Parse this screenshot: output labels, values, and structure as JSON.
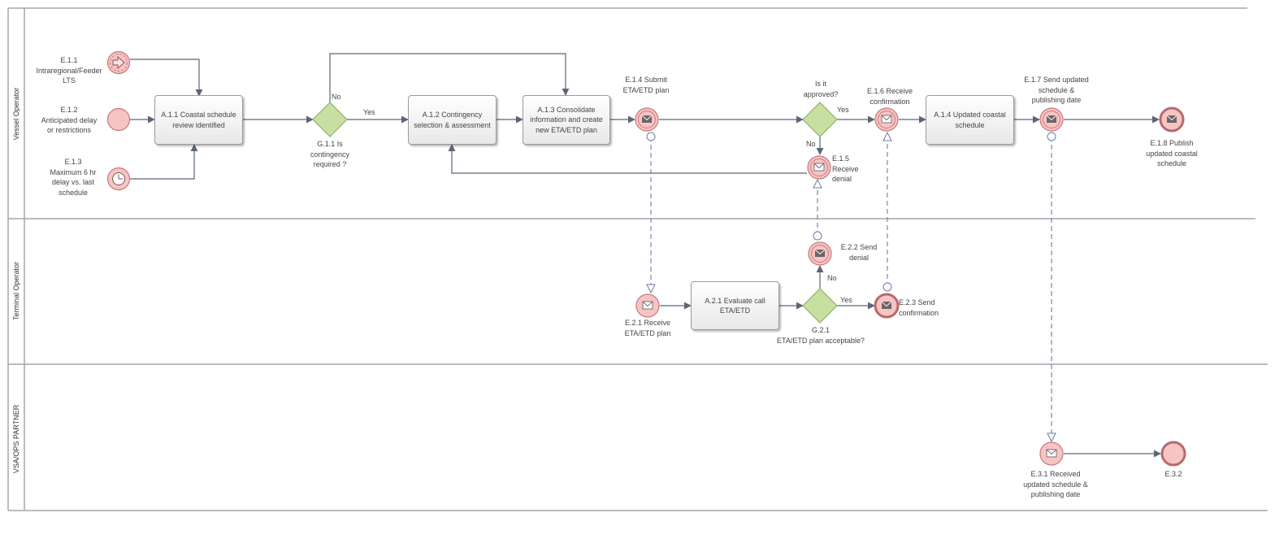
{
  "lanes": [
    {
      "id": "vessel",
      "title": "Vessel Operator"
    },
    {
      "id": "terminal",
      "title": "Terminal Operator"
    },
    {
      "id": "vsa",
      "title": "VSA/OPS PARTNER"
    }
  ],
  "events": {
    "e11": {
      "label": "E.1.1\nIntraregional/Feeder\nLTS",
      "icon": "arrow-right-icon"
    },
    "e12": {
      "label": "E.1.2\nAnticipated delay\nor restrictions"
    },
    "e13": {
      "label": "E.1.3\nMaximum 6 hr\ndelay vs. last\nschedule",
      "icon": "clock-icon"
    },
    "e14": {
      "label": "E.1.4 Submit\nETA/ETD plan",
      "icon": "envelope-icon"
    },
    "e15": {
      "label": "E.1.5\nReceive\ndenial",
      "icon": "envelope-icon"
    },
    "e16": {
      "label": "E.1.6 Receive\nconfirmation",
      "icon": "envelope-icon"
    },
    "e17": {
      "label": "E.1.7 Send updated\nschedule &\npublishing date",
      "icon": "envelope-icon"
    },
    "e18": {
      "label": "E.1.8 Publish\nupdated coastal\nschedule",
      "icon": "envelope-icon"
    },
    "e21": {
      "label": "E.2.1 Receive\nETA/ETD plan",
      "icon": "envelope-icon"
    },
    "e22": {
      "label": "E.2.2 Send\ndenial",
      "icon": "envelope-icon"
    },
    "e23": {
      "label": "E.2.3 Send\nconfirmation",
      "icon": "envelope-icon"
    },
    "e31": {
      "label": "E.3.1 Received\nupdated schedule &\npublishing date",
      "icon": "envelope-icon"
    },
    "e32": {
      "label": "E.3.2"
    }
  },
  "tasks": {
    "a11": "A.1.1 Coastal schedule\nreview identified",
    "a12": "A.1.2 Contingency\nselection &  assessment",
    "a13": "A.1.3 Consolidate\ninformation and create\nnew ETA/ETD plan",
    "a14": "A.1.4 Updated coastal\nschedule",
    "a21": "A.2.1 Evaluate  call\nETA/ETD"
  },
  "gateways": {
    "g11": "G.1.1 Is\ncontingency\nrequired ?",
    "g12": "Is it\napproved?",
    "g21": "G.2.1\nETA/ETD plan acceptable?"
  },
  "flow_labels": {
    "g11_no": "No",
    "g11_yes": "Yes",
    "g12_yes": "Yes",
    "g12_no": "No",
    "g21_no": "No",
    "g21_yes": "Yes"
  },
  "colors": {
    "event_fill": "#f7c4c4",
    "event_stroke": "#c8797b",
    "gateway_fill": "#c7e0a2",
    "gateway_stroke": "#8fb26a",
    "flow_line": "#5c6577",
    "message_line": "#6d7bab",
    "lane_border": "#aaa3aa"
  }
}
